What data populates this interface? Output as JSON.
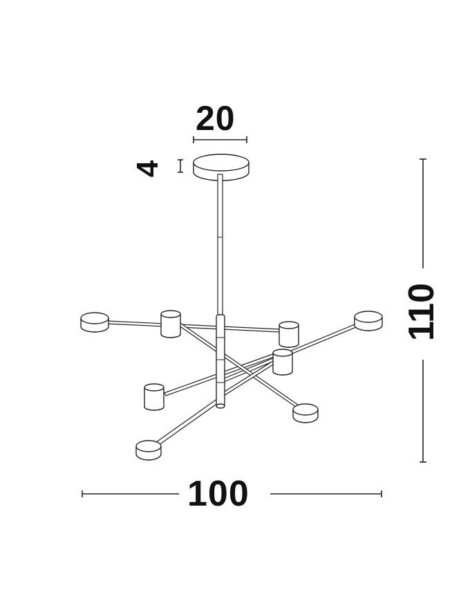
{
  "diagram": {
    "subject": "pendant chandelier dimension drawing",
    "units": "cm",
    "dimensions": {
      "canopy_diameter": {
        "label": "20",
        "value": 20
      },
      "canopy_height": {
        "label": "4",
        "value": 4
      },
      "total_height": {
        "label": "110",
        "value": 110
      },
      "total_width": {
        "label": "100",
        "value": 100
      }
    },
    "light_heads_count": 8,
    "colors": {
      "line": "#222222",
      "background": "#ffffff",
      "text": "#111111"
    }
  }
}
